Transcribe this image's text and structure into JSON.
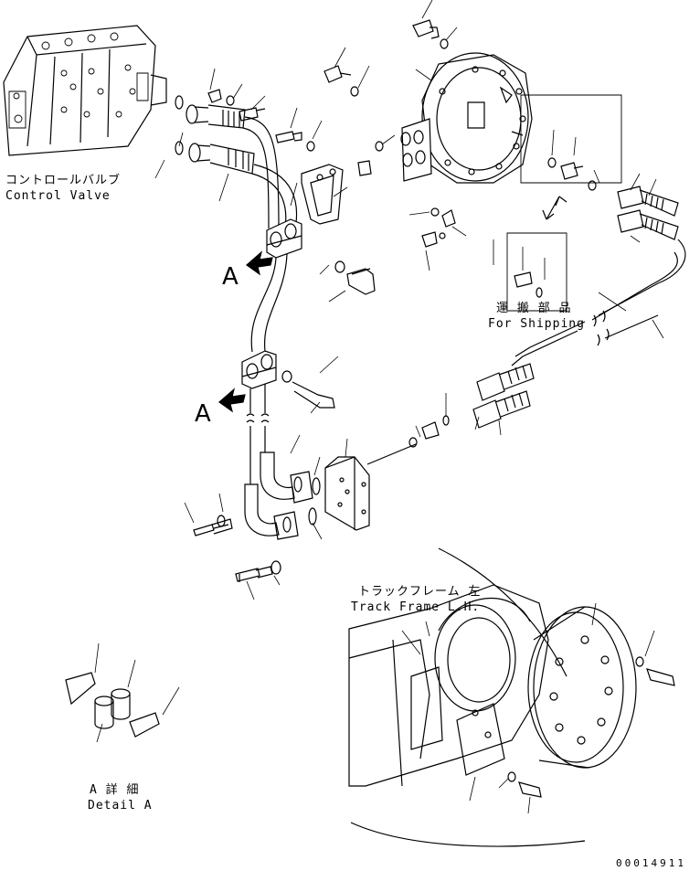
{
  "labels": {
    "control_valve_jp": "コントロールバルブ",
    "control_valve_en": "Control Valve",
    "for_shipping_jp": "運 搬 部 品",
    "for_shipping_en": "For Shipping",
    "track_frame_jp": "トラックフレーム 左",
    "track_frame_en": "Track Frame L.H.",
    "detail_a_jp": "A 詳 細",
    "detail_a_en": "Detail A",
    "view_a_upper": "A",
    "view_a_lower": "A"
  },
  "part_number": "00014911",
  "colors": {
    "line": "#000000",
    "background": "#ffffff"
  }
}
